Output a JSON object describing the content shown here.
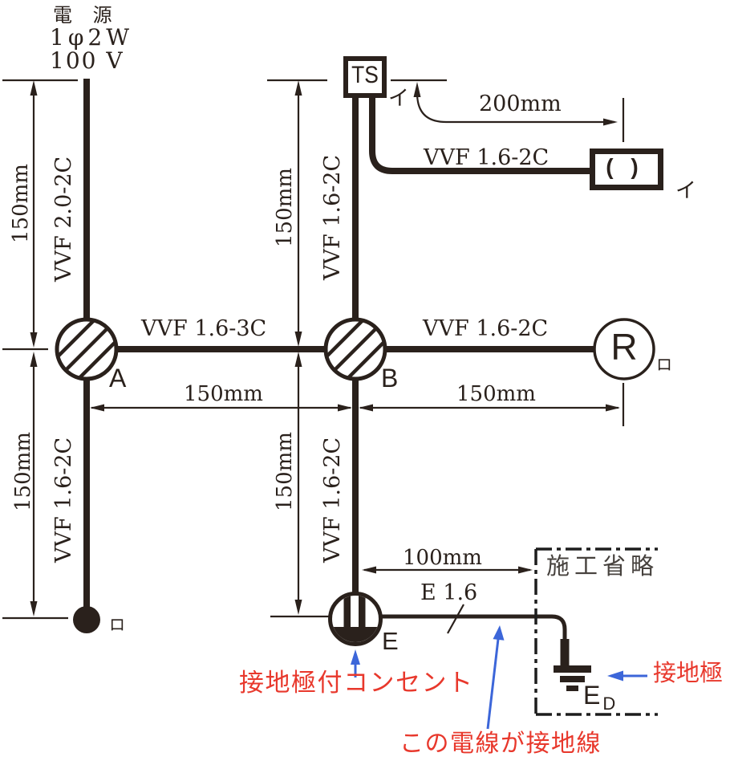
{
  "source": {
    "name": "電 源",
    "phase": "1φ2W",
    "voltage": "100 V"
  },
  "cables": {
    "supply_vertical": "VVF 2.0-2C",
    "a_down": "VVF 1.6-2C",
    "a_to_b": "VVF 1.6-3C",
    "ts_to_b": "VVF 1.6-2C",
    "b_to_r": "VVF 1.6-2C",
    "ts_to_rosette": "VVF 1.6-2C",
    "b_down": "VVF 1.6-2C",
    "ground_wire": "E 1.6"
  },
  "dimensions": {
    "left_top": "150mm",
    "left_bottom": "150mm",
    "mid_top": "150mm",
    "mid_bottom": "150mm",
    "a_to_b": "150mm",
    "b_to_r": "150mm",
    "ts_to_rosette": "200mm",
    "outlet_to_box": "100mm"
  },
  "devices": {
    "timer_switch": "TS",
    "junction_a": "A",
    "junction_b": "B",
    "relay": "R",
    "rosette_glyph": "( )",
    "outlet_label": "E",
    "earth_main": "E",
    "earth_sub": "D"
  },
  "circuit_marks": {
    "ts_i": "イ",
    "rosette_i": "イ",
    "relay_ro": "ロ",
    "lamp_ro": "ロ"
  },
  "annotations": {
    "omitted": "施工省略",
    "outlet_note": "接地極付コンセント",
    "ground_wire_note": "この電線が接地線",
    "electrode_note": "接地極"
  },
  "colors": {
    "ink": "#2a211c",
    "red": "#e8382c",
    "blue": "#3c66d9",
    "gray": "#46413d"
  }
}
